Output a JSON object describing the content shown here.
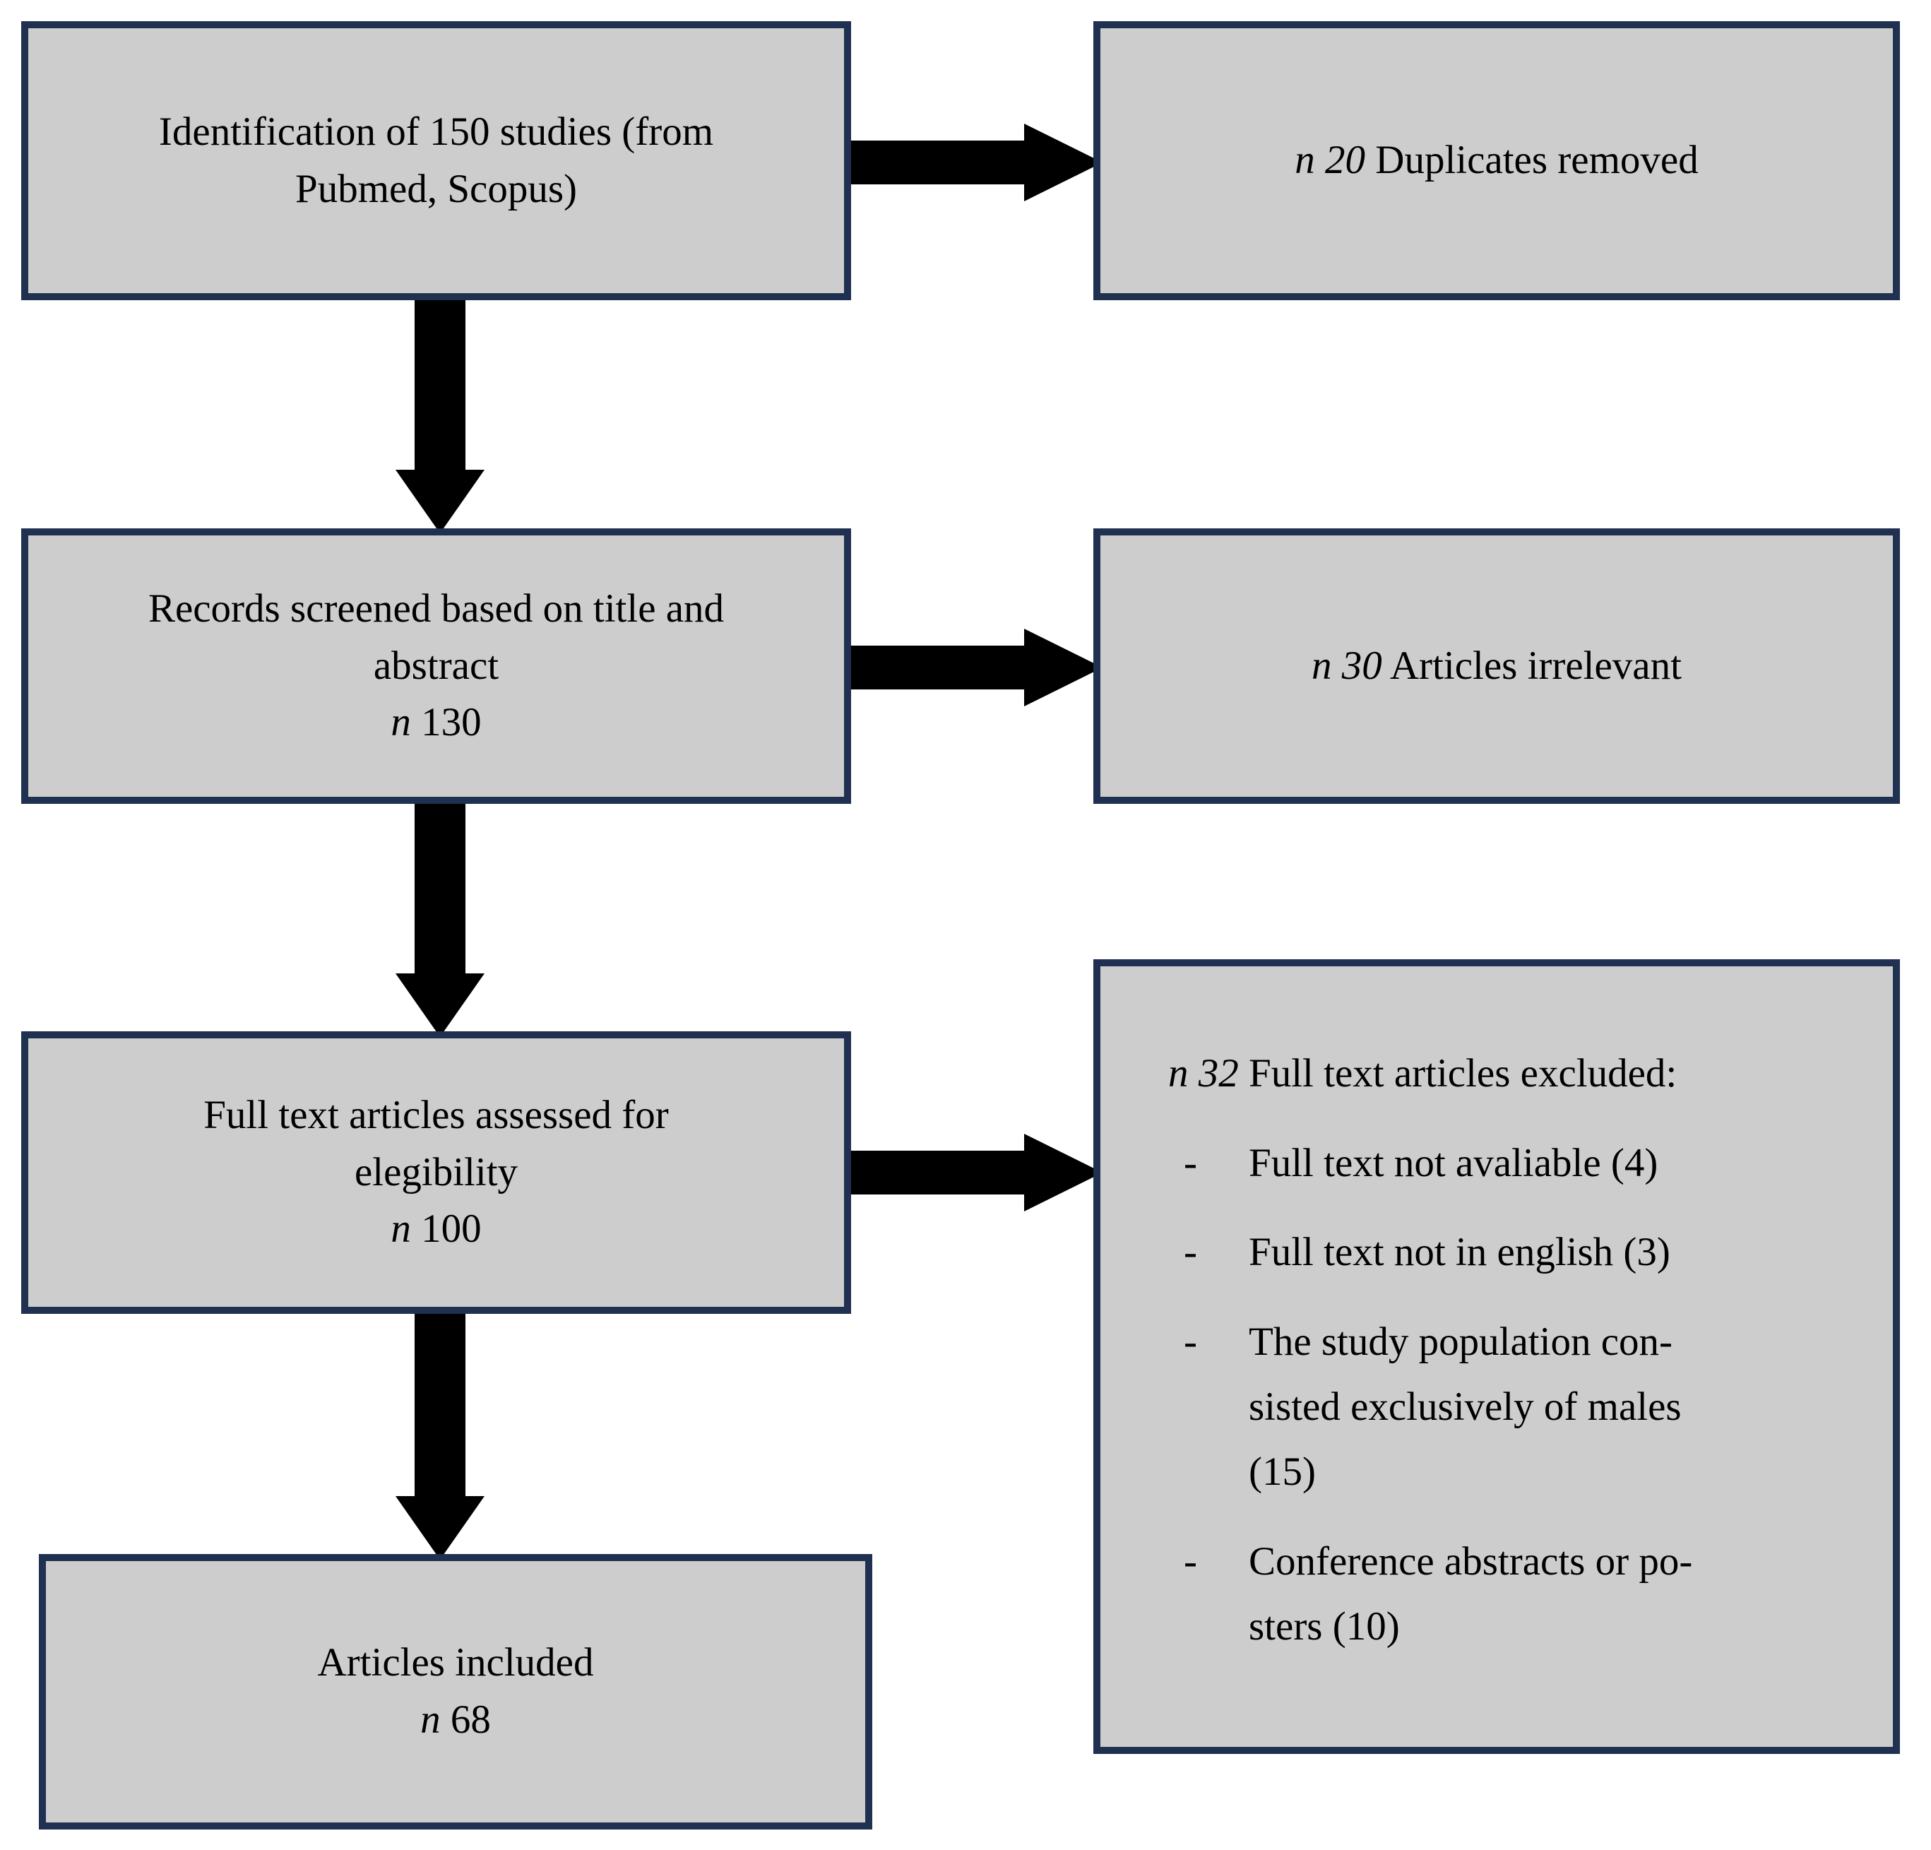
{
  "diagram": {
    "title": "PRISMA study selection flow diagram",
    "fill_color": "#CCCCCC",
    "border_color": "#1F3050",
    "arrow_color": "#000000",
    "nodes": {
      "identification": {
        "line1": "Identification of 150 studies (from",
        "line2": "Pubmed, Scopus)"
      },
      "duplicates": {
        "n": "n 20",
        "label": "Duplicates removed"
      },
      "screened": {
        "line1": "Records screened based on title and",
        "line2": "abstract",
        "n": "n",
        "count": "130"
      },
      "irrelevant": {
        "n": "n 30",
        "label": "Articles irrelevant"
      },
      "fulltext": {
        "line1": "Full text articles assessed for",
        "line2": "elegibility",
        "n": "n",
        "count": "100"
      },
      "excluded": {
        "n": "n 32",
        "heading": "Full text articles excluded:",
        "dash": "-",
        "items": [
          "Full text not avaliable (4)",
          "Full text not in english (3)",
          "The study population con-sisted exclusively of males (15)",
          "Conference abstracts or po-sters (10)"
        ],
        "item_lines": [
          [
            "Full text not avaliable (4)"
          ],
          [
            "Full text not in english (3)"
          ],
          [
            "The study population con-",
            "sisted exclusively of males",
            "(15)"
          ],
          [
            "Conference abstracts or po-",
            "sters (10)"
          ]
        ]
      },
      "included": {
        "line1": "Articles included",
        "n": "n",
        "count": "68"
      }
    },
    "arrows": [
      {
        "name": "identification-to-duplicates",
        "direction": "right"
      },
      {
        "name": "identification-to-screened",
        "direction": "down"
      },
      {
        "name": "screened-to-irrelevant",
        "direction": "right"
      },
      {
        "name": "screened-to-fulltext",
        "direction": "down"
      },
      {
        "name": "fulltext-to-excluded",
        "direction": "right"
      },
      {
        "name": "fulltext-to-included",
        "direction": "down"
      }
    ]
  },
  "chart_data": {
    "type": "diagram",
    "title": "PRISMA flow of study selection",
    "stages": [
      {
        "stage": "Identification",
        "label": "Identification of 150 studies (from Pubmed, Scopus)",
        "n": 150
      },
      {
        "stage": "Duplicates removed",
        "label": "n 20 Duplicates removed",
        "n": 20
      },
      {
        "stage": "Screening",
        "label": "Records screened based on title and abstract",
        "n": 130
      },
      {
        "stage": "Articles irrelevant",
        "label": "n 30 Articles irrelevant",
        "n": 30
      },
      {
        "stage": "Eligibility",
        "label": "Full text articles assessed for elegibility",
        "n": 100
      },
      {
        "stage": "Full text articles excluded",
        "label": "n 32 Full text articles excluded",
        "n": 32
      },
      {
        "stage": "Included",
        "label": "Articles included",
        "n": 68
      }
    ],
    "exclusion_reasons": [
      {
        "reason": "Full text not avaliable",
        "count": 4
      },
      {
        "reason": "Full text not in english",
        "count": 3
      },
      {
        "reason": "The study population consisted exclusively of males",
        "count": 15
      },
      {
        "reason": "Conference abstracts or posters",
        "count": 10
      }
    ]
  }
}
